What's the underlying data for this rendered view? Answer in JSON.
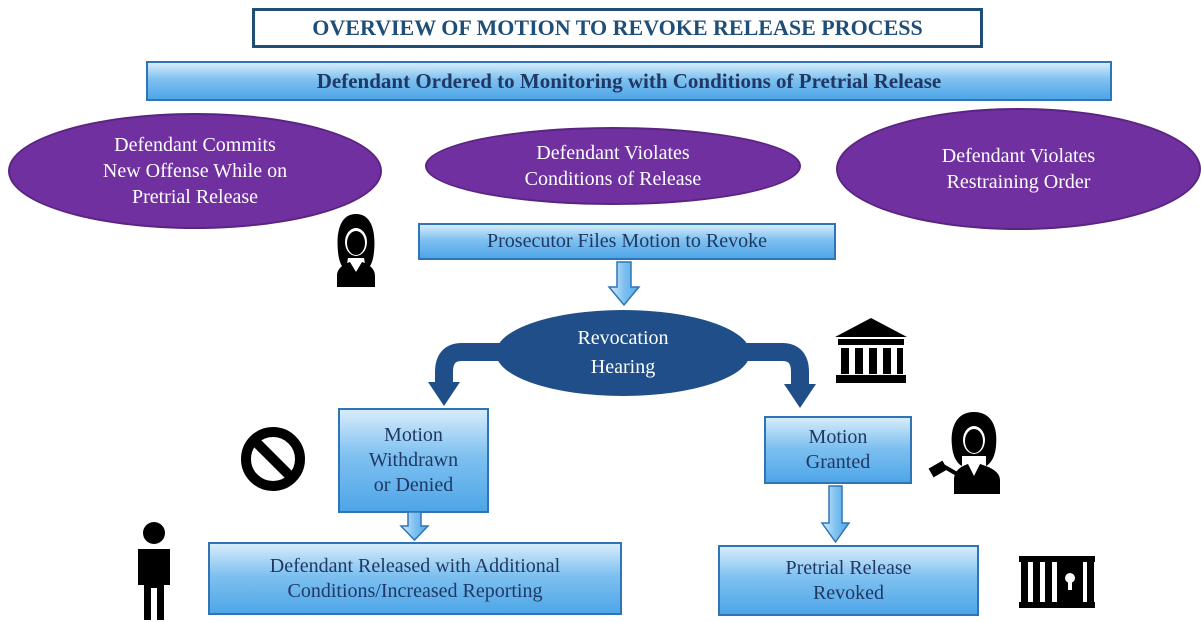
{
  "title": "OVERVIEW OF MOTION TO REVOKE RELEASE PROCESS",
  "subtitle": "Defendant Ordered to Monitoring with Conditions of Pretrial Release",
  "triggers": [
    {
      "line1": "Defendant Commits",
      "line2": "New Offense While on",
      "line3": "Pretrial Release"
    },
    {
      "line1": "Defendant Violates",
      "line2": "Conditions of Release"
    },
    {
      "line1": "Defendant Violates",
      "line2": "Restraining Order"
    }
  ],
  "prosecutor_step": "Prosecutor Files Motion to Revoke",
  "hearing": {
    "line1": "Revocation",
    "line2": "Hearing"
  },
  "denied": {
    "line1": "Motion",
    "line2": "Withdrawn",
    "line3": "or Denied"
  },
  "granted": {
    "line1": "Motion",
    "line2": "Granted"
  },
  "released": {
    "line1": "Defendant Released with Additional",
    "line2": "Conditions/Increased Reporting"
  },
  "revoked": {
    "line1": "Pretrial Release",
    "line2": "Revoked"
  },
  "icons": {
    "prosecutor": "prosecutor-woman-icon",
    "courthouse": "courthouse-icon",
    "prohibited": "prohibited-icon",
    "judge": "judge-gavel-icon",
    "person": "person-icon",
    "jail": "jail-cell-icon"
  },
  "colors": {
    "title_border": "#1f4e79",
    "box_fill": "#5aaeea",
    "box_border": "#2f75b5",
    "trigger_oval": "#7030a0",
    "hearing_oval": "#1f4e88",
    "icon": "#000000"
  }
}
